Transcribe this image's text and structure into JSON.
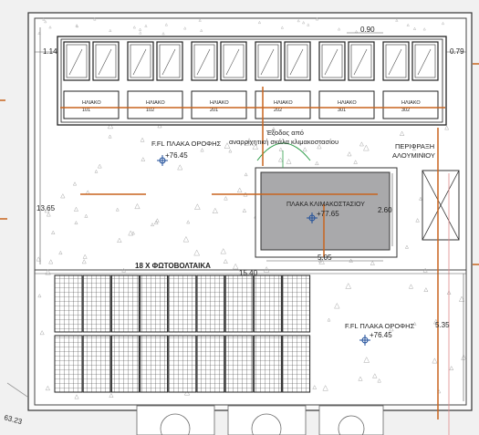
{
  "dimensions": {
    "top_left": "1.14",
    "top_mid": "0.90",
    "top_right": "0.79",
    "left_height": "13.65",
    "width_main": "15.40",
    "ac_width": "5.05",
    "ac_height": "2.60",
    "right_lower": "5.35",
    "corner": "63.23"
  },
  "solar_units": [
    {
      "label": "ΗΛΙΑΚΟ",
      "number": "101"
    },
    {
      "label": "ΗΛΙΑΚΟ",
      "number": "102"
    },
    {
      "label": "ΗΛΙΑΚΟ",
      "number": "201"
    },
    {
      "label": "ΗΛΙΑΚΟ",
      "number": "202"
    },
    {
      "label": "ΗΛΙΑΚΟ",
      "number": "301"
    },
    {
      "label": "ΗΛΙΑΚΟ",
      "number": "302"
    }
  ],
  "labels": {
    "roof_slab": "F.FL ΠΛΑΚΑ ΟΡΟΦΗΣ",
    "roof_level": "+76.45",
    "exit_note_line1": "Έξοδος από",
    "exit_note_line2": "αναρριχητική σκάλα κλιμακοστασίου",
    "railing_line1": "ΠΕΡΙΦΡΑΞΗ",
    "railing_line2": "ΑΛΟΥΜΙΝΙΟΥ",
    "stair_slab": "ΠΛΑΚΑ ΚΛΙΜΑΚΟΣΤΑΣΙΟΥ",
    "stair_level": "+77.65",
    "pv_title": "18 Χ ΦΩΤΟΒΟΛΤΑΙΚΑ",
    "roof_slab_2": "F.FL ΠΛΑΚΑ ΟΡΟΦΗΣ",
    "roof_level_2": "+76.45"
  },
  "colors": {
    "orange": "#c8641e",
    "green": "#2e9e4a",
    "blue": "#1f4e9a",
    "grey_fill": "#a9a9ab"
  }
}
